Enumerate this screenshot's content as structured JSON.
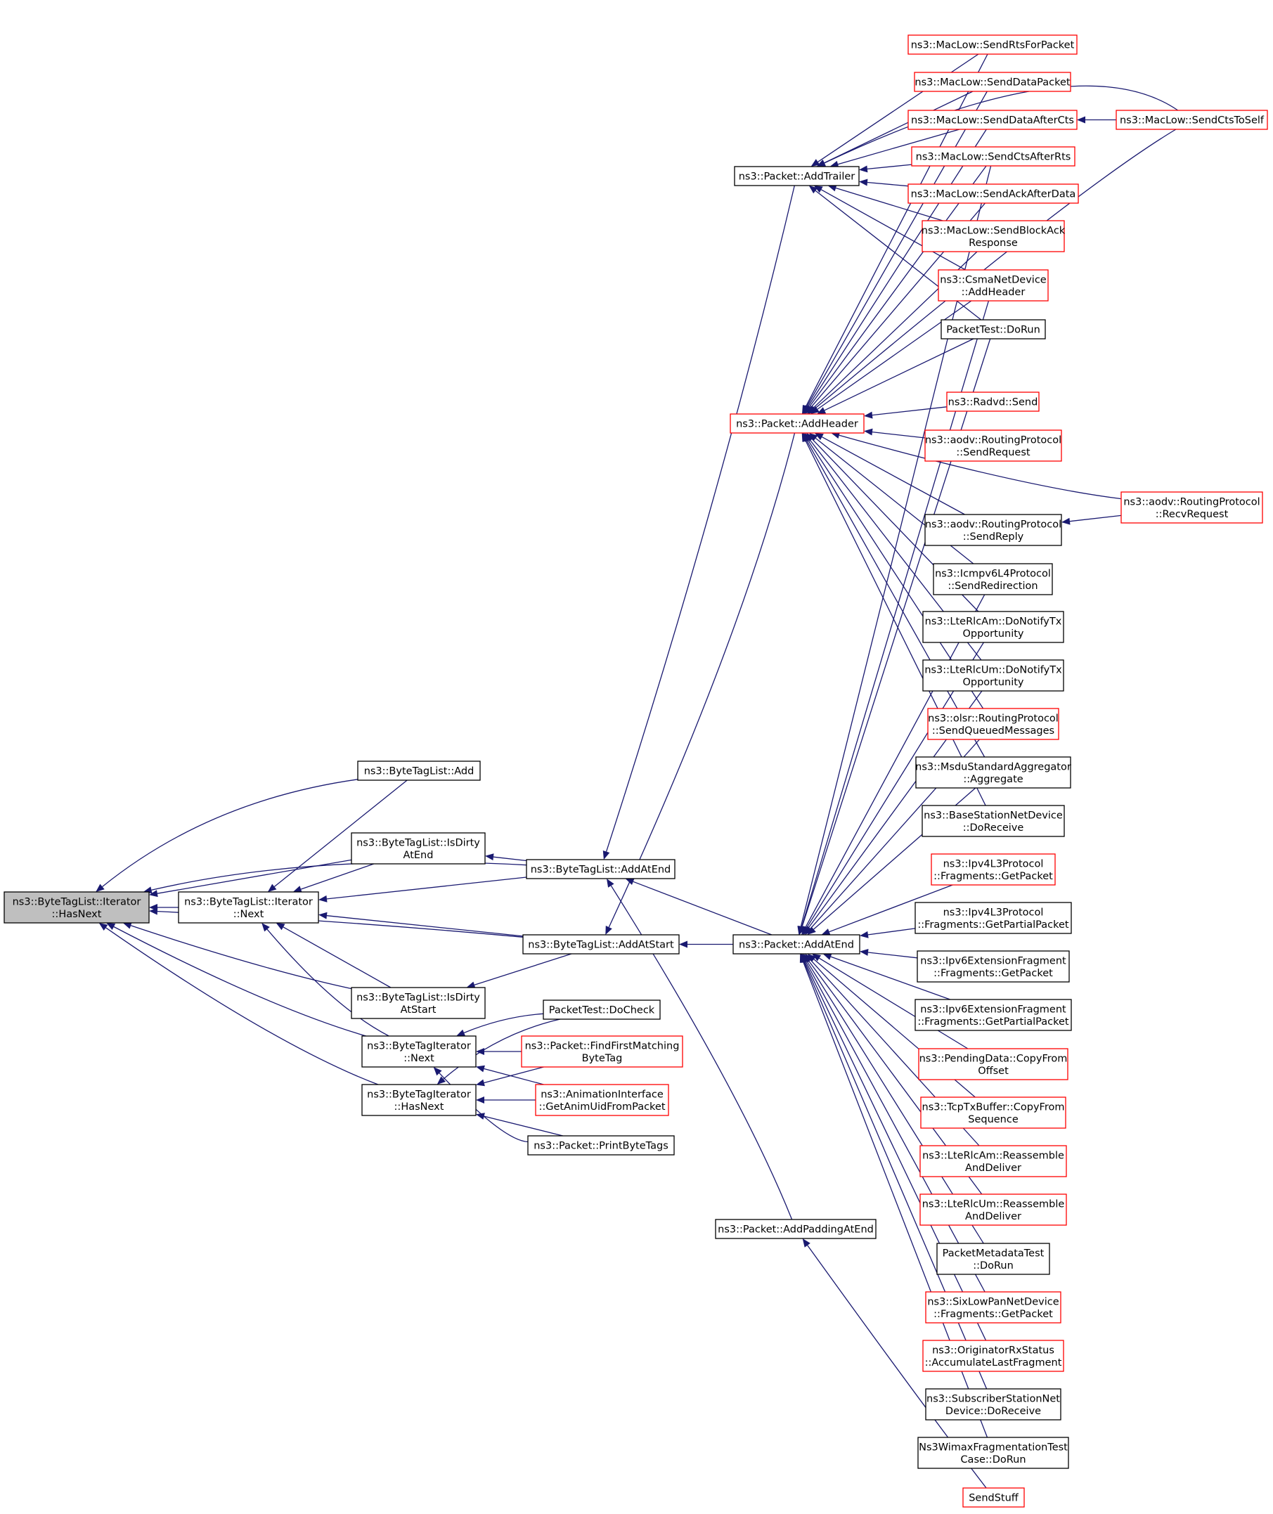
{
  "colors": {
    "edge": "#191970",
    "border_normal": "#000000",
    "border_truncated": "#ff0000",
    "fill_focus": "#bfbfbf",
    "fill_normal": "#ffffff"
  },
  "nodes": [
    {
      "id": "hasnext",
      "lines": [
        "ns3::ByteTagList::Iterator",
        "::HasNext"
      ],
      "style": "focus"
    },
    {
      "id": "iter_next",
      "lines": [
        "ns3::ByteTagList::Iterator",
        "::Next"
      ],
      "style": "normal"
    },
    {
      "id": "btl_add",
      "lines": [
        "ns3::ByteTagList::Add"
      ],
      "style": "normal"
    },
    {
      "id": "isdirty_atend",
      "lines": [
        "ns3::ByteTagList::IsDirty",
        "AtEnd"
      ],
      "style": "normal"
    },
    {
      "id": "isdirty_atstart",
      "lines": [
        "ns3::ByteTagList::IsDirty",
        "AtStart"
      ],
      "style": "normal"
    },
    {
      "id": "bti_next",
      "lines": [
        "ns3::ByteTagIterator",
        "::Next"
      ],
      "style": "normal"
    },
    {
      "id": "bti_hasnext",
      "lines": [
        "ns3::ByteTagIterator",
        "::HasNext"
      ],
      "style": "normal"
    },
    {
      "id": "btl_addatend",
      "lines": [
        "ns3::ByteTagList::AddAtEnd"
      ],
      "style": "normal"
    },
    {
      "id": "btl_addatstart",
      "lines": [
        "ns3::ByteTagList::AddAtStart"
      ],
      "style": "normal"
    },
    {
      "id": "pt_docheck",
      "lines": [
        "PacketTest::DoCheck"
      ],
      "style": "normal"
    },
    {
      "id": "findfirst",
      "lines": [
        "ns3::Packet::FindFirstMatching",
        "ByteTag"
      ],
      "style": "truncated"
    },
    {
      "id": "getanimuid",
      "lines": [
        "ns3::AnimationInterface",
        "::GetAnimUidFromPacket"
      ],
      "style": "truncated"
    },
    {
      "id": "printbytetags",
      "lines": [
        "ns3::Packet::PrintByteTags"
      ],
      "style": "normal"
    },
    {
      "id": "p_addtrailer",
      "lines": [
        "ns3::Packet::AddTrailer"
      ],
      "style": "normal"
    },
    {
      "id": "p_addheader",
      "lines": [
        "ns3::Packet::AddHeader"
      ],
      "style": "truncated"
    },
    {
      "id": "p_addatend",
      "lines": [
        "ns3::Packet::AddAtEnd"
      ],
      "style": "normal"
    },
    {
      "id": "p_addpadding",
      "lines": [
        "ns3::Packet::AddPaddingAtEnd"
      ],
      "style": "normal"
    },
    {
      "id": "rtsforpacket",
      "lines": [
        "ns3::MacLow::SendRtsForPacket"
      ],
      "style": "truncated"
    },
    {
      "id": "senddatapacket",
      "lines": [
        "ns3::MacLow::SendDataPacket"
      ],
      "style": "truncated"
    },
    {
      "id": "dataaftercts",
      "lines": [
        "ns3::MacLow::SendDataAfterCts"
      ],
      "style": "truncated"
    },
    {
      "id": "ctstoself",
      "lines": [
        "ns3::MacLow::SendCtsToSelf"
      ],
      "style": "truncated"
    },
    {
      "id": "ctsafterrts",
      "lines": [
        "ns3::MacLow::SendCtsAfterRts"
      ],
      "style": "truncated"
    },
    {
      "id": "ackafterdata",
      "lines": [
        "ns3::MacLow::SendAckAfterData"
      ],
      "style": "truncated"
    },
    {
      "id": "blockackresp",
      "lines": [
        "ns3::MacLow::SendBlockAck",
        "Response"
      ],
      "style": "truncated"
    },
    {
      "id": "csma_addheader",
      "lines": [
        "ns3::CsmaNetDevice",
        "::AddHeader"
      ],
      "style": "truncated"
    },
    {
      "id": "pt_dorun",
      "lines": [
        "PacketTest::DoRun"
      ],
      "style": "normal"
    },
    {
      "id": "radvd_send",
      "lines": [
        "ns3::Radvd::Send"
      ],
      "style": "truncated"
    },
    {
      "id": "aodv_sendrequest",
      "lines": [
        "ns3::aodv::RoutingProtocol",
        "::SendRequest"
      ],
      "style": "truncated"
    },
    {
      "id": "aodv_recvrequest",
      "lines": [
        "ns3::aodv::RoutingProtocol",
        "::RecvRequest"
      ],
      "style": "truncated"
    },
    {
      "id": "aodv_sendreply",
      "lines": [
        "ns3::aodv::RoutingProtocol",
        "::SendReply"
      ],
      "style": "normal"
    },
    {
      "id": "icmpv6_sendredir",
      "lines": [
        "ns3::Icmpv6L4Protocol",
        "::SendRedirection"
      ],
      "style": "normal"
    },
    {
      "id": "lterlcam_notify",
      "lines": [
        "ns3::LteRlcAm::DoNotifyTx",
        "Opportunity"
      ],
      "style": "normal"
    },
    {
      "id": "lterlcum_notify",
      "lines": [
        "ns3::LteRlcUm::DoNotifyTx",
        "Opportunity"
      ],
      "style": "normal"
    },
    {
      "id": "olsr_sendqueued",
      "lines": [
        "ns3::olsr::RoutingProtocol",
        "::SendQueuedMessages"
      ],
      "style": "truncated"
    },
    {
      "id": "msdu_aggregate",
      "lines": [
        "ns3::MsduStandardAggregator",
        "::Aggregate"
      ],
      "style": "normal"
    },
    {
      "id": "bs_doreceive",
      "lines": [
        "ns3::BaseStationNetDevice",
        "::DoReceive"
      ],
      "style": "normal"
    },
    {
      "id": "ipv4_getpacket",
      "lines": [
        "ns3::Ipv4L3Protocol",
        "::Fragments::GetPacket"
      ],
      "style": "truncated"
    },
    {
      "id": "ipv4_getpartial",
      "lines": [
        "ns3::Ipv4L3Protocol",
        "::Fragments::GetPartialPacket"
      ],
      "style": "normal"
    },
    {
      "id": "ipv6_getpacket",
      "lines": [
        "ns3::Ipv6ExtensionFragment",
        "::Fragments::GetPacket"
      ],
      "style": "normal"
    },
    {
      "id": "ipv6_getpartial",
      "lines": [
        "ns3::Ipv6ExtensionFragment",
        "::Fragments::GetPartialPacket"
      ],
      "style": "normal"
    },
    {
      "id": "pending_copyfrom",
      "lines": [
        "ns3::PendingData::CopyFrom",
        "Offset"
      ],
      "style": "truncated"
    },
    {
      "id": "tcptx_copyfrom",
      "lines": [
        "ns3::TcpTxBuffer::CopyFrom",
        "Sequence"
      ],
      "style": "truncated"
    },
    {
      "id": "lterlcam_reasm",
      "lines": [
        "ns3::LteRlcAm::Reassemble",
        "AndDeliver"
      ],
      "style": "truncated"
    },
    {
      "id": "lterlcum_reasm",
      "lines": [
        "ns3::LteRlcUm::Reassemble",
        "AndDeliver"
      ],
      "style": "truncated"
    },
    {
      "id": "pmt_dorun",
      "lines": [
        "PacketMetadataTest",
        "::DoRun"
      ],
      "style": "normal"
    },
    {
      "id": "sixlowpan_getpacket",
      "lines": [
        "ns3::SixLowPanNetDevice",
        "::Fragments::GetPacket"
      ],
      "style": "truncated"
    },
    {
      "id": "originator_accum",
      "lines": [
        "ns3::OriginatorRxStatus",
        "::AccumulateLastFragment"
      ],
      "style": "truncated"
    },
    {
      "id": "ss_doreceive",
      "lines": [
        "ns3::SubscriberStationNet",
        "Device::DoReceive"
      ],
      "style": "normal"
    },
    {
      "id": "wimaxfrag_dorun",
      "lines": [
        "Ns3WimaxFragmentationTest",
        "Case::DoRun"
      ],
      "style": "normal"
    },
    {
      "id": "sendstuff",
      "lines": [
        "SendStuff"
      ],
      "style": "truncated"
    }
  ],
  "edges": [
    [
      "hasnext",
      "btl_add"
    ],
    [
      "hasnext",
      "btl_addatend"
    ],
    [
      "hasnext",
      "isdirty_atend"
    ],
    [
      "hasnext",
      "iter_next"
    ],
    [
      "hasnext",
      "btl_addatstart"
    ],
    [
      "hasnext",
      "isdirty_atstart"
    ],
    [
      "hasnext",
      "bti_next"
    ],
    [
      "hasnext",
      "bti_hasnext"
    ],
    [
      "iter_next",
      "btl_add"
    ],
    [
      "iter_next",
      "isdirty_atend"
    ],
    [
      "iter_next",
      "btl_addatend"
    ],
    [
      "iter_next",
      "btl_addatstart"
    ],
    [
      "iter_next",
      "isdirty_atstart"
    ],
    [
      "iter_next",
      "bti_next"
    ],
    [
      "isdirty_atend",
      "btl_addatend"
    ],
    [
      "isdirty_atstart",
      "btl_addatstart"
    ],
    [
      "bti_next",
      "pt_docheck"
    ],
    [
      "bti_next",
      "findfirst"
    ],
    [
      "bti_next",
      "getanimuid"
    ],
    [
      "bti_next",
      "printbytetags"
    ],
    [
      "bti_hasnext",
      "pt_docheck"
    ],
    [
      "bti_hasnext",
      "findfirst"
    ],
    [
      "bti_hasnext",
      "getanimuid"
    ],
    [
      "bti_hasnext",
      "printbytetags"
    ],
    [
      "btl_addatend",
      "p_addtrailer"
    ],
    [
      "btl_addatend",
      "p_addatend"
    ],
    [
      "btl_addatend",
      "p_addpadding"
    ],
    [
      "btl_addatstart",
      "p_addheader"
    ],
    [
      "btl_addatstart",
      "p_addatend"
    ],
    [
      "p_addtrailer",
      "rtsforpacket"
    ],
    [
      "p_addtrailer",
      "senddatapacket"
    ],
    [
      "p_addtrailer",
      "dataaftercts"
    ],
    [
      "p_addtrailer",
      "ctstoself"
    ],
    [
      "p_addtrailer",
      "ctsafterrts"
    ],
    [
      "p_addtrailer",
      "ackafterdata"
    ],
    [
      "p_addtrailer",
      "blockackresp"
    ],
    [
      "p_addtrailer",
      "csma_addheader"
    ],
    [
      "p_addtrailer",
      "pt_dorun"
    ],
    [
      "p_addheader",
      "rtsforpacket"
    ],
    [
      "p_addheader",
      "senddatapacket"
    ],
    [
      "p_addheader",
      "dataaftercts"
    ],
    [
      "p_addheader",
      "ctstoself"
    ],
    [
      "p_addheader",
      "ctsafterrts"
    ],
    [
      "p_addheader",
      "ackafterdata"
    ],
    [
      "p_addheader",
      "blockackresp"
    ],
    [
      "p_addheader",
      "csma_addheader"
    ],
    [
      "p_addheader",
      "pt_dorun"
    ],
    [
      "p_addheader",
      "radvd_send"
    ],
    [
      "p_addheader",
      "aodv_sendrequest"
    ],
    [
      "p_addheader",
      "aodv_recvrequest"
    ],
    [
      "p_addheader",
      "aodv_sendreply"
    ],
    [
      "p_addheader",
      "icmpv6_sendredir"
    ],
    [
      "p_addheader",
      "lterlcam_notify"
    ],
    [
      "p_addheader",
      "lterlcum_notify"
    ],
    [
      "p_addheader",
      "olsr_sendqueued"
    ],
    [
      "p_addheader",
      "msdu_aggregate"
    ],
    [
      "p_addheader",
      "bs_doreceive"
    ],
    [
      "dataaftercts",
      "ctstoself"
    ],
    [
      "aodv_sendreply",
      "aodv_recvrequest"
    ],
    [
      "p_addatend",
      "ctsafterrts"
    ],
    [
      "p_addatend",
      "csma_addheader"
    ],
    [
      "p_addatend",
      "pt_dorun"
    ],
    [
      "p_addatend",
      "icmpv6_sendredir"
    ],
    [
      "p_addatend",
      "lterlcam_notify"
    ],
    [
      "p_addatend",
      "lterlcum_notify"
    ],
    [
      "p_addatend",
      "olsr_sendqueued"
    ],
    [
      "p_addatend",
      "msdu_aggregate"
    ],
    [
      "p_addatend",
      "ipv4_getpacket"
    ],
    [
      "p_addatend",
      "ipv4_getpartial"
    ],
    [
      "p_addatend",
      "ipv6_getpacket"
    ],
    [
      "p_addatend",
      "ipv6_getpartial"
    ],
    [
      "p_addatend",
      "pending_copyfrom"
    ],
    [
      "p_addatend",
      "tcptx_copyfrom"
    ],
    [
      "p_addatend",
      "lterlcam_reasm"
    ],
    [
      "p_addatend",
      "lterlcum_reasm"
    ],
    [
      "p_addatend",
      "pmt_dorun"
    ],
    [
      "p_addatend",
      "sixlowpan_getpacket"
    ],
    [
      "p_addatend",
      "originator_accum"
    ],
    [
      "p_addatend",
      "ss_doreceive"
    ],
    [
      "p_addatend",
      "wimaxfrag_dorun"
    ],
    [
      "p_addpadding",
      "sendstuff"
    ]
  ]
}
